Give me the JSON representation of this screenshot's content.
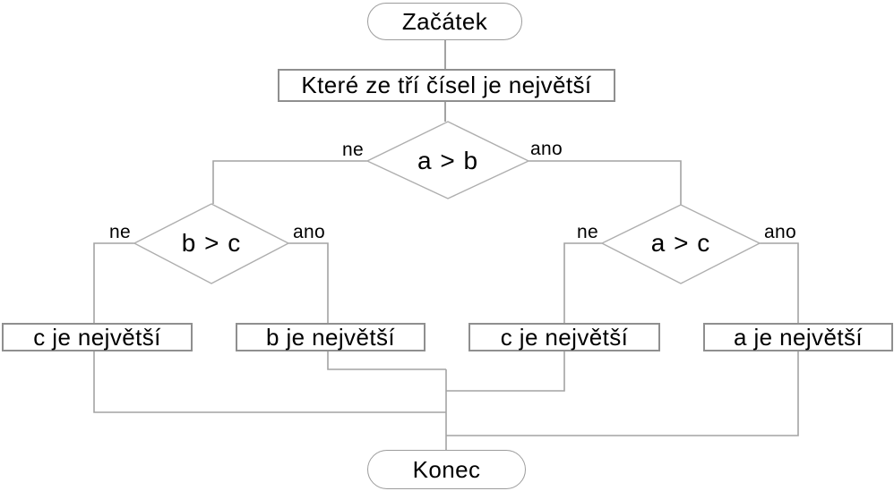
{
  "diagram": {
    "type": "flowchart",
    "language": "cs",
    "colors": {
      "background": "#ffffff",
      "connector_line": "#a3a3a3",
      "shape_border": "#8f8f8f",
      "diamond_border": "#aeaeae",
      "text": "#000000"
    },
    "nodes": {
      "start": {
        "shape": "terminator",
        "label": "Začátek"
      },
      "question": {
        "shape": "process",
        "label": "Které ze tří čísel je největší"
      },
      "decision_ab": {
        "shape": "decision",
        "label": "a > b",
        "no": "ne",
        "yes": "ano"
      },
      "decision_bc": {
        "shape": "decision",
        "label": "b > c",
        "no": "ne",
        "yes": "ano"
      },
      "decision_ac": {
        "shape": "decision",
        "label": "a > c",
        "no": "ne",
        "yes": "ano"
      },
      "result_c_left": {
        "shape": "process",
        "label": "c je největší"
      },
      "result_b": {
        "shape": "process",
        "label": "b je největší"
      },
      "result_c_right": {
        "shape": "process",
        "label": "c je největší"
      },
      "result_a": {
        "shape": "process",
        "label": "a je největší"
      },
      "end": {
        "shape": "terminator",
        "label": "Konec"
      }
    }
  }
}
